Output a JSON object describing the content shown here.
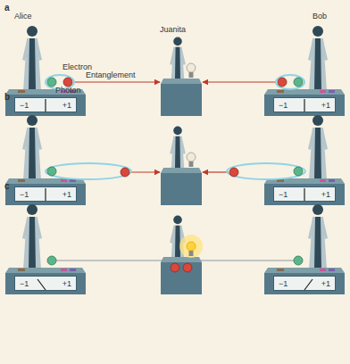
{
  "diagram": {
    "nodes": [
      {
        "text": [
          "−1",
          "+1"
        ]
      },
      {
        "text": [
          "−1",
          "+1"
        ]
      },
      {
        "text": [
          "−1",
          "+1"
        ]
      },
      {
        "text": [
          "−1",
          "+1"
        ]
      },
      {
        "text": [
          "−1",
          "+1"
        ]
      },
      {
        "text": [
          "−1",
          "+1"
        ]
      }
    ],
    "labels": [
      "a",
      "Alice",
      "Juanita",
      "Bob",
      "Electron",
      "Entanglement",
      "Photon",
      "b",
      "c"
    ]
  }
}
